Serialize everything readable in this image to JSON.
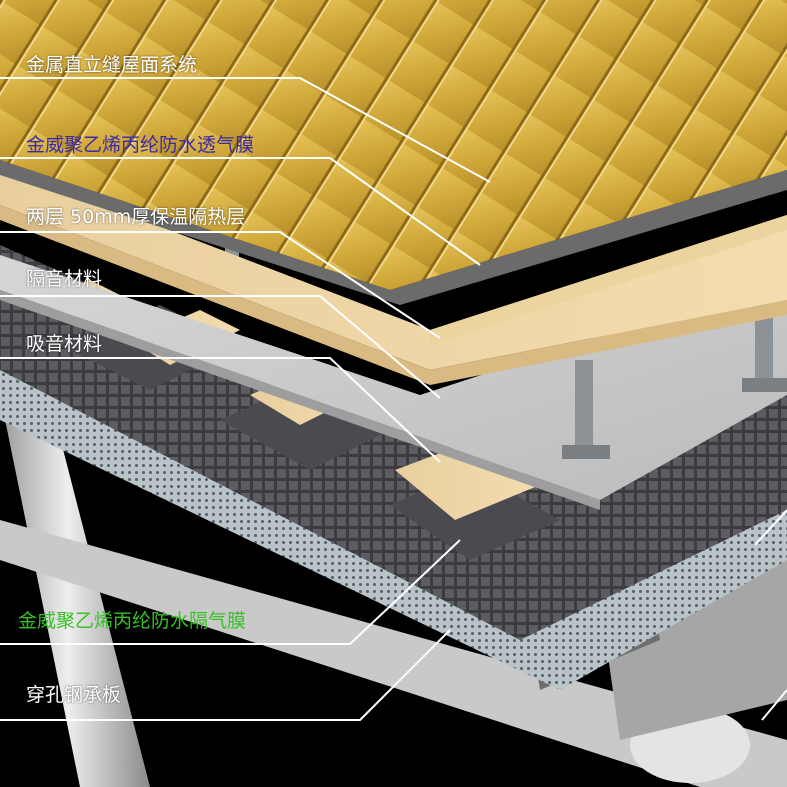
{
  "diagram": {
    "layers": [
      {
        "id": "metal-roof",
        "label": "金属直立缝屋面系统",
        "color": "#ffffff"
      },
      {
        "id": "breathable-membrane",
        "label": "金威聚乙烯丙纶防水透气膜",
        "color": "#3a2aa8"
      },
      {
        "id": "insulation",
        "label": "两层  50mm厚保温隔热层",
        "color": "#ffffff"
      },
      {
        "id": "sound-barrier",
        "label": "隔音材料",
        "color": "#ffffff"
      },
      {
        "id": "sound-absorber",
        "label": "吸音材料",
        "color": "#ffffff"
      },
      {
        "id": "vapor-barrier",
        "label": "金威聚乙烯丙纶防水隔气膜",
        "color": "#36c224"
      },
      {
        "id": "perforated-deck",
        "label": "穿孔钢承板",
        "color": "#ffffff"
      }
    ]
  }
}
